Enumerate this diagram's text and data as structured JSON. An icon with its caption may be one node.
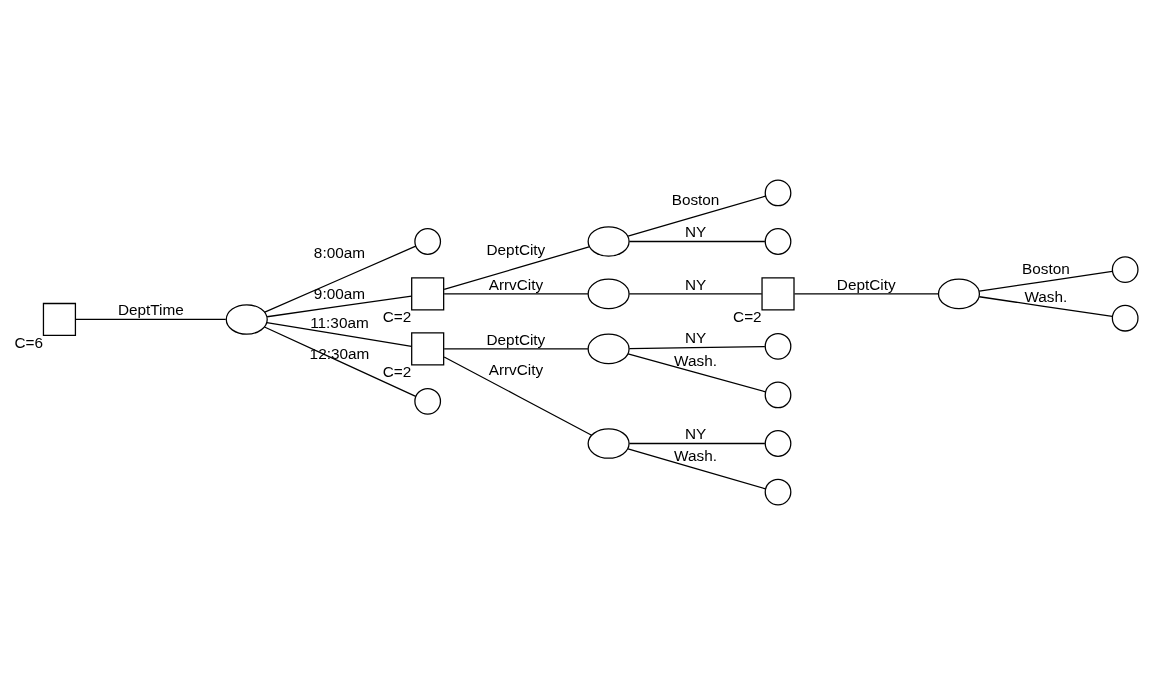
{
  "diagram": {
    "nodes": [
      {
        "text": [],
        "shape": "box",
        "beside": [
          "C=6"
        ]
      },
      {
        "text": [],
        "shape": "ellipse"
      },
      {
        "text": [],
        "shape": "circle"
      },
      {
        "text": [],
        "shape": "box",
        "beside": [
          "C=2"
        ]
      },
      {
        "text": [],
        "shape": "box",
        "beside": [
          "C=2"
        ]
      },
      {
        "text": [],
        "shape": "circle"
      },
      {
        "text": [],
        "shape": "ellipse"
      },
      {
        "text": [],
        "shape": "ellipse"
      },
      {
        "text": [],
        "shape": "circle"
      },
      {
        "text": [],
        "shape": "circle"
      },
      {
        "text": [],
        "shape": "box",
        "beside": [
          "C=2"
        ]
      },
      {
        "text": [],
        "shape": "ellipse"
      },
      {
        "text": [],
        "shape": "circle"
      },
      {
        "text": [],
        "shape": "circle"
      },
      {
        "text": [],
        "shape": "ellipse"
      },
      {
        "text": [],
        "shape": "ellipse"
      },
      {
        "text": [],
        "shape": "circle"
      },
      {
        "text": [],
        "shape": "circle"
      },
      {
        "text": [],
        "shape": "circle"
      },
      {
        "text": [],
        "shape": "circle"
      }
    ],
    "edges": [
      {
        "from": 0,
        "to": 1,
        "arrow": "none",
        "label": "DeptTime"
      },
      {
        "from": 1,
        "to": 2,
        "arrow": "none",
        "label": "8:00am"
      },
      {
        "from": 1,
        "to": 3,
        "arrow": "none",
        "label": "9:00am"
      },
      {
        "from": 1,
        "to": 4,
        "arrow": "none",
        "label": "11:30am"
      },
      {
        "from": 1,
        "to": 5,
        "arrow": "none",
        "label": "12:30am"
      },
      {
        "from": 3,
        "to": 6,
        "arrow": "none",
        "label": "DeptCity"
      },
      {
        "from": 3,
        "to": 7,
        "arrow": "none",
        "label": "ArrvCity"
      },
      {
        "from": 6,
        "to": 8,
        "arrow": "none",
        "label": "Boston"
      },
      {
        "from": 6,
        "to": 9,
        "arrow": "none",
        "label": "NY"
      },
      {
        "from": 7,
        "to": 10,
        "arrow": "none",
        "label": "NY"
      },
      {
        "from": 10,
        "to": 11,
        "arrow": "none",
        "label": "DeptCity"
      },
      {
        "from": 11,
        "to": 12,
        "arrow": "none",
        "label": "Boston"
      },
      {
        "from": 11,
        "to": 13,
        "arrow": "none",
        "label": "Wash."
      },
      {
        "from": 4,
        "to": 14,
        "arrow": "none",
        "label": "DeptCity"
      },
      {
        "from": 4,
        "to": 15,
        "arrow": "none",
        "label": "ArrvCity"
      },
      {
        "from": 14,
        "to": 16,
        "arrow": "none",
        "label": "NY"
      },
      {
        "from": 14,
        "to": 17,
        "arrow": "none",
        "label": "Wash."
      },
      {
        "from": 15,
        "to": 18,
        "arrow": "none",
        "label": "NY"
      },
      {
        "from": 15,
        "to": 19,
        "arrow": "none",
        "label": "Wash."
      }
    ]
  }
}
